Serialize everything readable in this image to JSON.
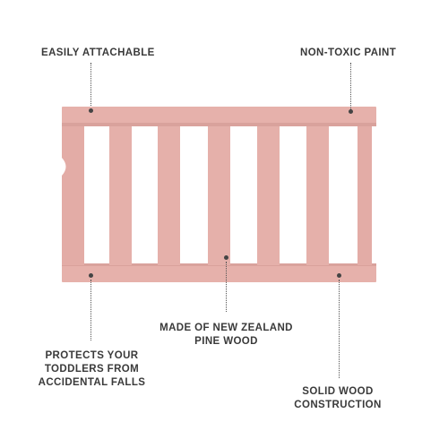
{
  "labels": {
    "easily_attachable": "EASILY ATTACHABLE",
    "non_toxic_paint": "NON-TOXIC PAINT",
    "made_of_nz_line1": "MADE OF NEW ZEALAND",
    "made_of_nz_line2": "PINE WOOD",
    "protects_line1": "PROTECTS YOUR",
    "protects_line2": "TODDLERS FROM",
    "protects_line3": "ACCIDENTAL FALLS",
    "solid_wood_line1": "SOLID WOOD",
    "solid_wood_line2": "CONSTRUCTION"
  },
  "colors": {
    "rail_main": "#e5b0aa",
    "rail_shade": "#d79e98",
    "text": "#3a3a3a"
  }
}
